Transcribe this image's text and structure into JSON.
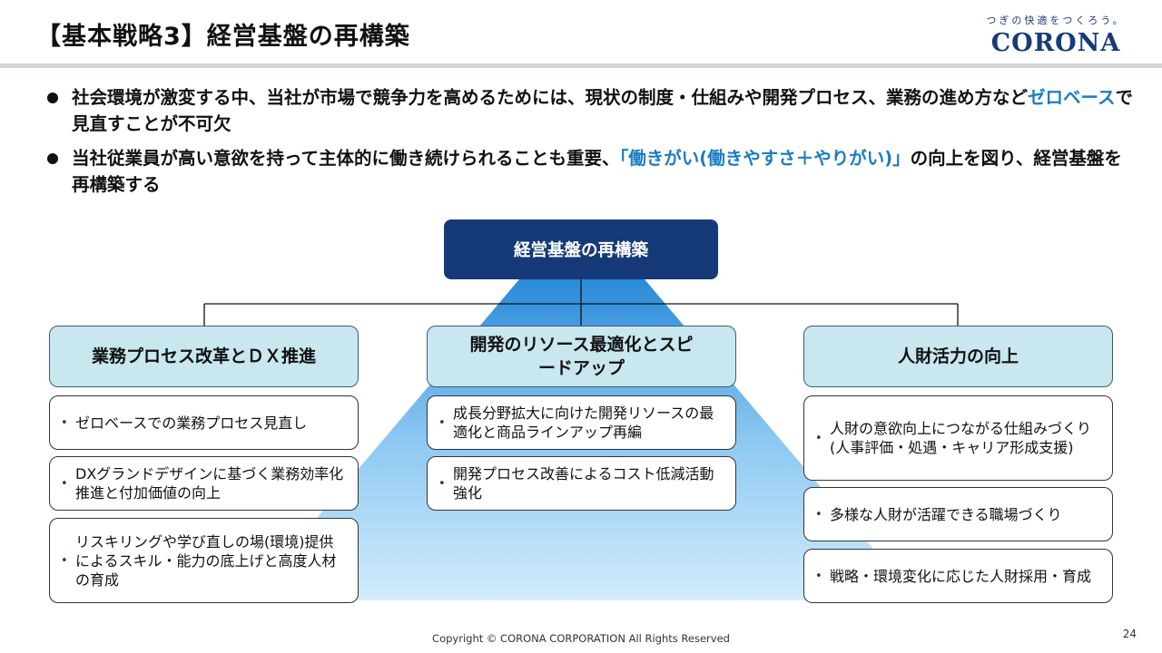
{
  "title": "【基本戦略3】経営基盤の再構築",
  "logo": {
    "tagline": "つぎの快適をつくろう。",
    "name": "CORONA"
  },
  "bullets": [
    {
      "pre": "社会環境が激変する中、当社が市場で競争力を高めるためには、現状の制度・仕組みや開発プロセス、業務の進め方など",
      "hl": "ゼロベース",
      "post": "で見直すことが不可欠"
    },
    {
      "pre": "当社従業員が高い意欲を持って主体的に働き続けられることも重要、",
      "hl": "「働きがい(働きやすさ＋やりがい)」",
      "post": "の向上を図り、経営基盤を再構築する"
    }
  ],
  "diagram": {
    "root": "経営基盤の再構築",
    "columns": [
      {
        "heading": "業務プロセス改革とＤＸ推進",
        "items": [
          "ゼロベースでの業務プロセス見直し",
          "DXグランドデザインに基づく業務効率化推進と付加価値の向上",
          "リスキリングや学び直しの場(環境)提供によるスキル・能力の底上げと高度人材の育成"
        ]
      },
      {
        "heading": "開発のリソース最適化とスピードアップ",
        "items": [
          "成長分野拡大に向けた開発リソースの最適化と商品ラインアップ再編",
          "開発プロセス改善によるコスト低減活動強化"
        ]
      },
      {
        "heading": "人財活力の向上",
        "items": [
          "人財の意欲向上につながる仕組みづくり(人事評価・処遇・キャリア形成支援)",
          "多様な人財が活躍できる職場づくり",
          "戦略・環境変化に応じた人財採用・育成"
        ]
      }
    ]
  },
  "footer": "Copyright © CORONA CORPORATION All Rights Reserved",
  "page_number": "24",
  "colors": {
    "navy": "#163a78",
    "accent": "#1a7cc4",
    "header_fill": "#c8e7ef"
  }
}
